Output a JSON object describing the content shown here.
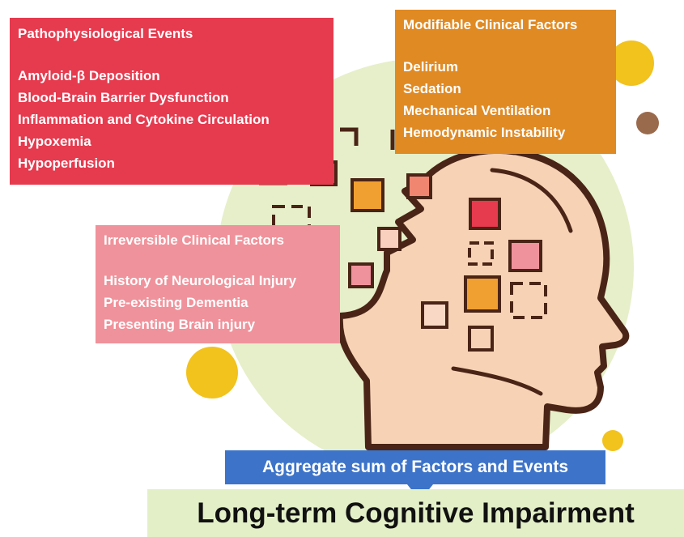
{
  "pathophysiological": {
    "title": "Pathophysiological Events",
    "items": [
      "Amyloid-β Deposition",
      "Blood-Brain Barrier Dysfunction",
      "Inflammation and Cytokine Circulation",
      "Hypoxemia",
      "Hypoperfusion"
    ]
  },
  "modifiable": {
    "title": "Modifiable Clinical Factors",
    "items": [
      "Delirium",
      "Sedation",
      "Mechanical Ventilation",
      "Hemodynamic Instability"
    ]
  },
  "irreversible": {
    "title": "Irreversible Clinical Factors",
    "items": [
      "History of Neurological Injury",
      "Pre-existing Dementia",
      "Presenting Brain injury"
    ]
  },
  "aggregate_label": "Aggregate sum of Factors and Events",
  "outcome_label": "Long-term Cognitive Impairment",
  "colors": {
    "pathophysiological": "#e63a4e",
    "modifiable": "#e08a24",
    "irreversible": "#f0929b",
    "aggregate": "#3d74c9",
    "outcome_bg": "#e3efc7",
    "head_fill": "#f7d2b5",
    "head_outline": "#4a2416",
    "background_circle": "#e6efc9"
  }
}
